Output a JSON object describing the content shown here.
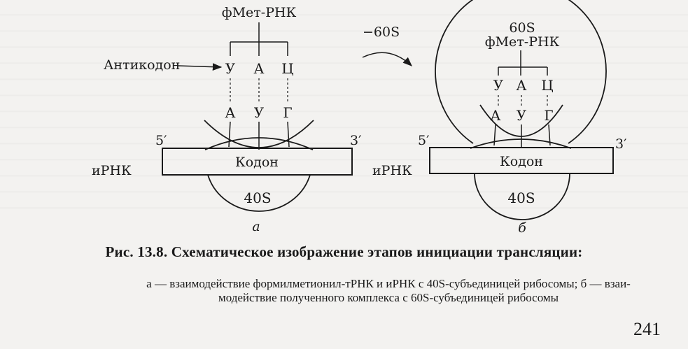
{
  "figure": {
    "title": "Рис. 13.8. Схематическое изображение этапов инициации трансляции:",
    "caption_lines": [
      "а — взаимодействие формилметионил-тРНК и иРНК с 40S-субъединицей рибосомы; б — взаи-",
      "модействие полученного комплекса с 60S-субъединицей рибосомы"
    ],
    "page_number": "241"
  },
  "arrow_label": "−60S",
  "panel_a": {
    "trna_label": "фМет-РНК",
    "anticodon_label": "Антикодон",
    "anticodon": [
      "У",
      "А",
      "Ц"
    ],
    "codon": [
      "А",
      "У",
      "Г"
    ],
    "end5": "5′",
    "end3": "3′",
    "mrna_label": "иРНК",
    "codon_label": "Кодон",
    "subunit_small": "40S",
    "panel_letter": "а"
  },
  "panel_b": {
    "subunit_large": "60S",
    "trna_label": "фМет-РНК",
    "anticodon": [
      "У",
      "А",
      "Ц"
    ],
    "codon": [
      "А",
      "У",
      "Г"
    ],
    "end5": "5′",
    "end3": "3′",
    "mrna_label": "иРНК",
    "codon_label": "Кодон",
    "subunit_small": "40S",
    "panel_letter": "б"
  }
}
